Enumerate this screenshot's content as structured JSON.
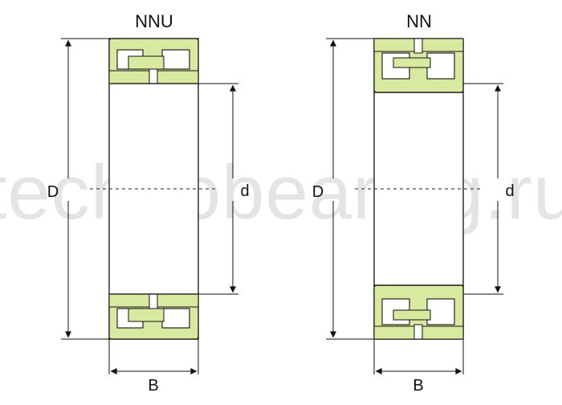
{
  "watermark": "technobearing.ru",
  "colors": {
    "green": "#d9eaa0",
    "outline": "#111111",
    "dimension": "#111111",
    "watermark": "#e4e4e4",
    "dashed": "#222222"
  },
  "bearings": [
    {
      "title": "NNU",
      "dimensions": {
        "outer": "D",
        "inner": "d",
        "width": "B"
      }
    },
    {
      "title": "NN",
      "dimensions": {
        "outer": "D",
        "inner": "d",
        "width": "B"
      }
    }
  ]
}
